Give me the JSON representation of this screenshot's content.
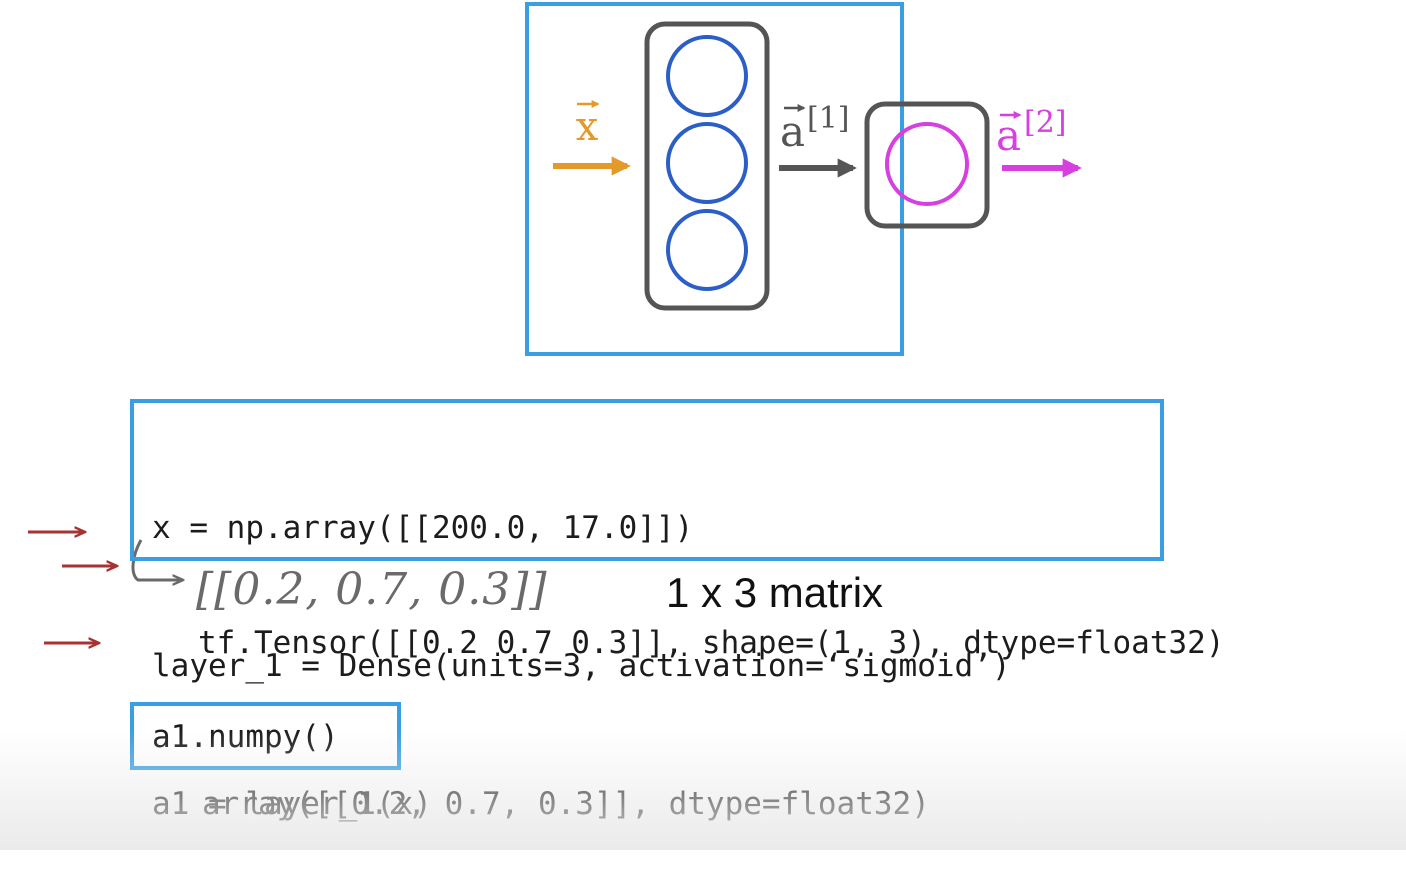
{
  "diagram": {
    "input_label": "x",
    "hidden_label": "a",
    "hidden_superscript": "[1]",
    "output_label": "a",
    "output_superscript": "[2]",
    "colors": {
      "input": "#e39a2b",
      "hidden_units": "#2b5fc7",
      "layer_outline": "#555555",
      "hidden_arrow": "#555555",
      "output": "#d63fe0",
      "highlight_box": "#3a9ee2",
      "annotation_arrow": "#a83232"
    }
  },
  "code": {
    "lines": [
      "x = np.array([[200.0, 17.0]])",
      "layer_1 = Dense(units=3, activation=‘sigmoid’)",
      "a1 = layer_1(x)"
    ],
    "numpy_call": "a1.numpy()"
  },
  "annotations": {
    "handwritten_value": "[[0.2, 0.7, 0.3]]",
    "matrix_label": "1 x 3 matrix"
  },
  "outputs": {
    "tensor": "tf.Tensor([[0.2 0.7 0.3]], shape=(1, 3), dtype=float32)",
    "array": "array([[0.2, 0.7, 0.3]], dtype=float32)"
  }
}
